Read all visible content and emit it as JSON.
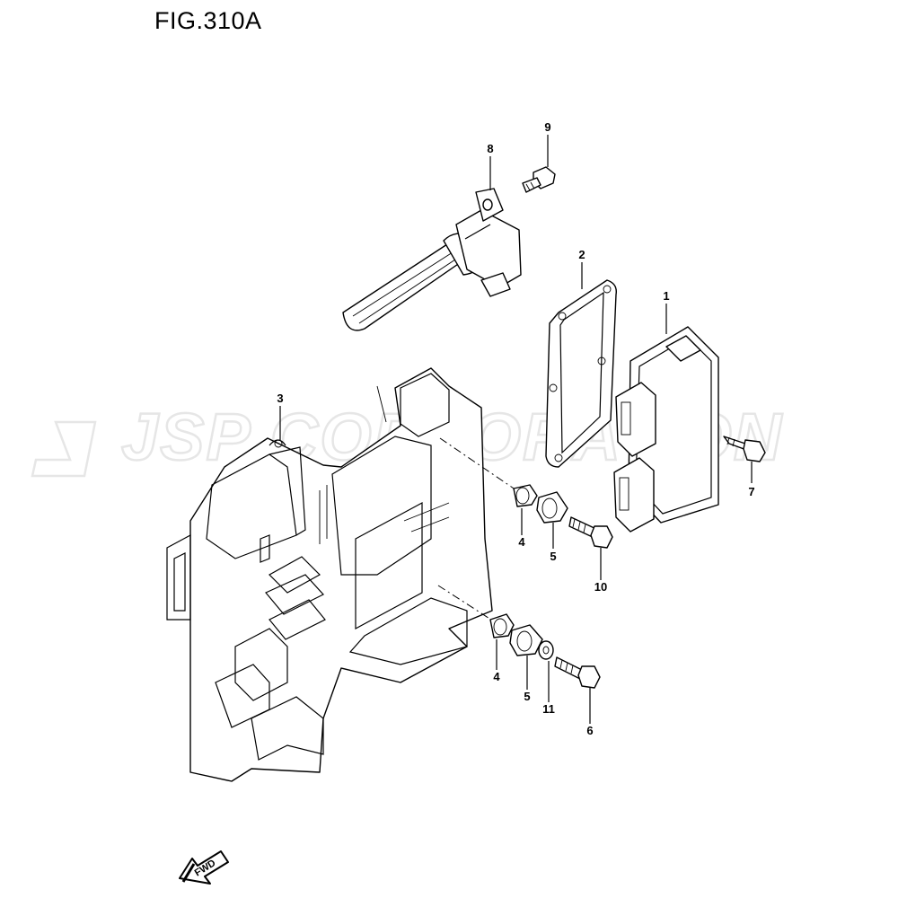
{
  "figure": {
    "title": "FIG.310A"
  },
  "watermark": {
    "text": "JSP CORPORATION"
  },
  "callouts": [
    {
      "id": "c1",
      "label": "1"
    },
    {
      "id": "c2",
      "label": "2"
    },
    {
      "id": "c3",
      "label": "3"
    },
    {
      "id": "c4a",
      "label": "4"
    },
    {
      "id": "c5a",
      "label": "5"
    },
    {
      "id": "c10",
      "label": "10"
    },
    {
      "id": "c4b",
      "label": "4"
    },
    {
      "id": "c5b",
      "label": "5"
    },
    {
      "id": "c11",
      "label": "11"
    },
    {
      "id": "c6",
      "label": "6"
    },
    {
      "id": "c7",
      "label": "7"
    },
    {
      "id": "c8",
      "label": "8"
    },
    {
      "id": "c9",
      "label": "9"
    }
  ],
  "fwd_badge": {
    "label": "FWD"
  },
  "colors": {
    "line": "#000000",
    "background": "#ffffff",
    "watermark": "#e6e6e6"
  }
}
